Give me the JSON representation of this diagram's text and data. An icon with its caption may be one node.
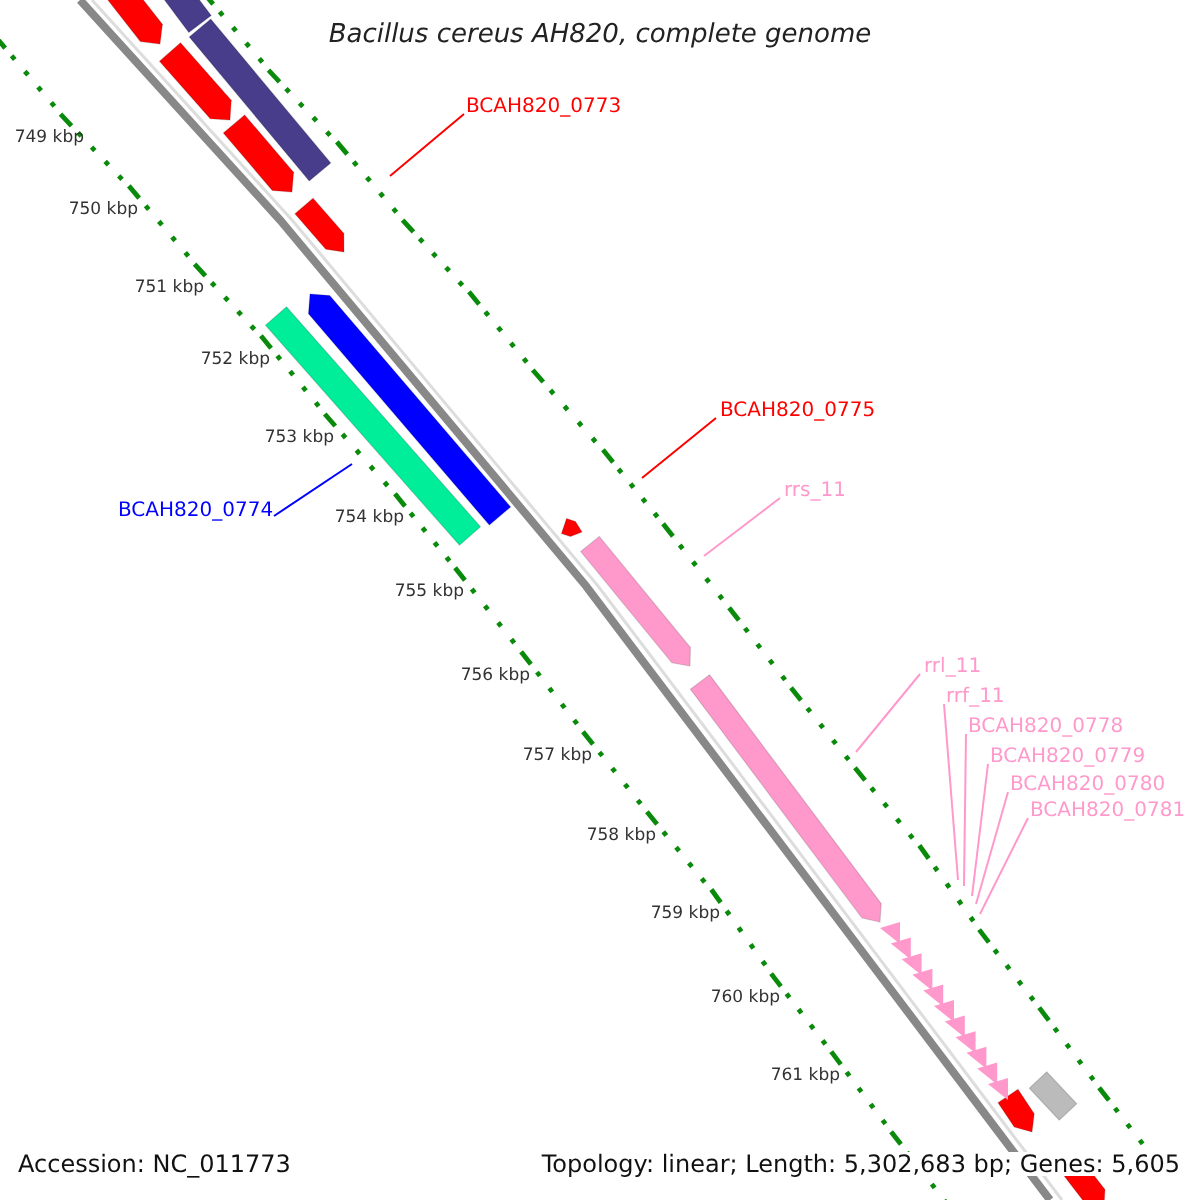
{
  "diagram": {
    "title": "Bacillus cereus AH820, complete genome",
    "nodes": [
      {
        "text": [
          "BCAH820_0773"
        ]
      },
      {
        "text": [
          "BCAH820_0775"
        ]
      },
      {
        "text": [
          "rrs_11"
        ]
      },
      {
        "text": [
          "BCAH820_0774"
        ]
      },
      {
        "text": [
          "rrl_11"
        ]
      },
      {
        "text": [
          "rrf_11"
        ]
      },
      {
        "text": [
          "BCAH820_0778"
        ]
      },
      {
        "text": [
          "BCAH820_0779"
        ]
      },
      {
        "text": [
          "BCAH820_0780"
        ]
      },
      {
        "text": [
          "BCAH820_0781"
        ]
      }
    ],
    "edges": [
      {
        "from": 0,
        "to": null,
        "arrow": "none",
        "color": "#ff0000"
      },
      {
        "from": 1,
        "to": null,
        "arrow": "none",
        "color": "#ff0000"
      },
      {
        "from": 2,
        "to": null,
        "arrow": "none"
      },
      {
        "from": 3,
        "to": null,
        "arrow": "none",
        "color": "#0000ff"
      },
      {
        "from": 4,
        "to": null,
        "arrow": "none"
      },
      {
        "from": 5,
        "to": null,
        "arrow": "none"
      },
      {
        "from": 6,
        "to": null,
        "arrow": "none"
      },
      {
        "from": 7,
        "to": null,
        "arrow": "none"
      },
      {
        "from": 8,
        "to": null,
        "arrow": "none"
      },
      {
        "from": 9,
        "to": null,
        "arrow": "none"
      }
    ],
    "labels": [
      "749 kbp",
      "750 kbp",
      "751 kbp",
      "752 kbp",
      "753 kbp",
      "754 kbp",
      "755 kbp",
      "756 kbp",
      "757 kbp",
      "758 kbp",
      "759 kbp",
      "760 kbp",
      "761 kbp",
      "Accession: NC_011773",
      "Topology: linear; Length: 5,302,683 bp; Genes: 5,605"
    ]
  }
}
